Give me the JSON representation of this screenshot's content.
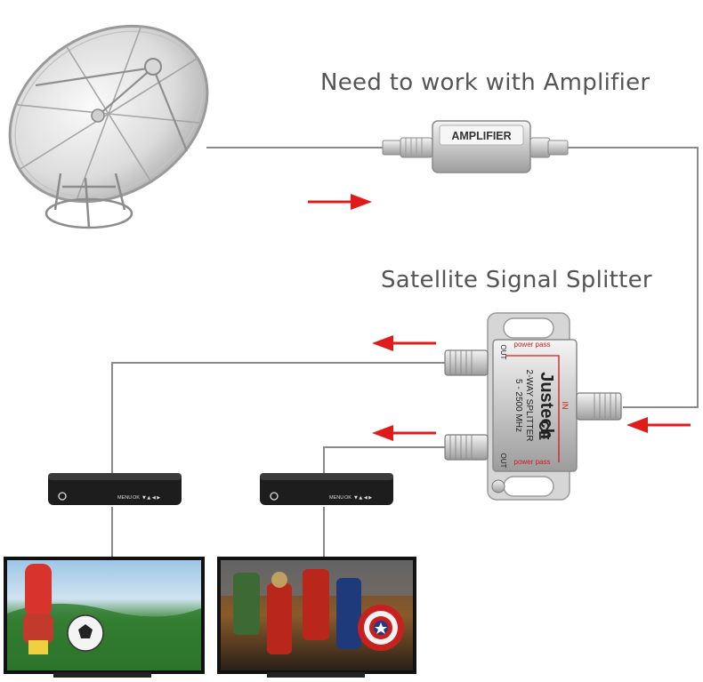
{
  "labels": {
    "amplifier_note": "Need to work with Amplifier",
    "splitter_title": "Satellite Signal Splitter"
  },
  "amplifier": {
    "text": "AMPLIFIER"
  },
  "splitter": {
    "brand": "Justech",
    "model": "2-WAY SPLITTER",
    "range": "5 - 2500 MHz",
    "ce": "CE",
    "in_label": "IN",
    "out_label": "OUT",
    "power_pass": "power pass"
  },
  "receiver": {
    "menu": "MENU",
    "ok": "OK",
    "keys": "▼ ▲ ◀ ▶"
  },
  "colors": {
    "arrow": "#e01b1b",
    "cable": "#8a8a8a",
    "text": "#555555"
  }
}
